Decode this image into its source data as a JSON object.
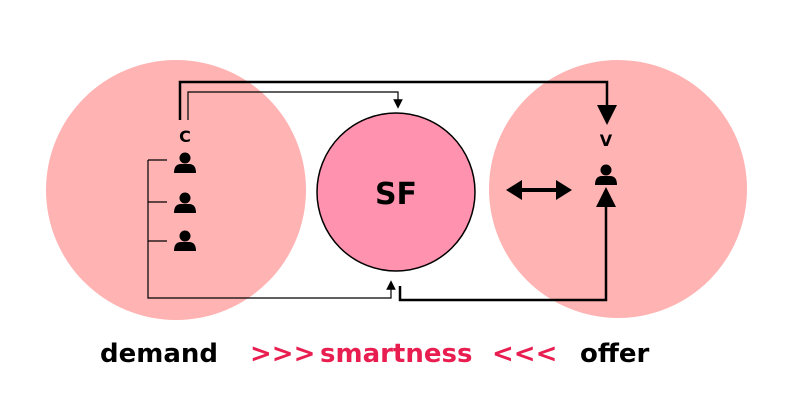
{
  "diagram": {
    "center_label": "SF",
    "left_person_label": "C",
    "right_person_label": "V"
  },
  "captions": {
    "demand": "demand",
    "left_arrows": ">>>",
    "smartness": "smartness",
    "right_arrows": "<<<",
    "offer": "offer"
  },
  "colors": {
    "outer_circle": "#ffb3b3",
    "center_circle": "#ff92ae",
    "accent": "#e91e50",
    "line": "#000000"
  }
}
